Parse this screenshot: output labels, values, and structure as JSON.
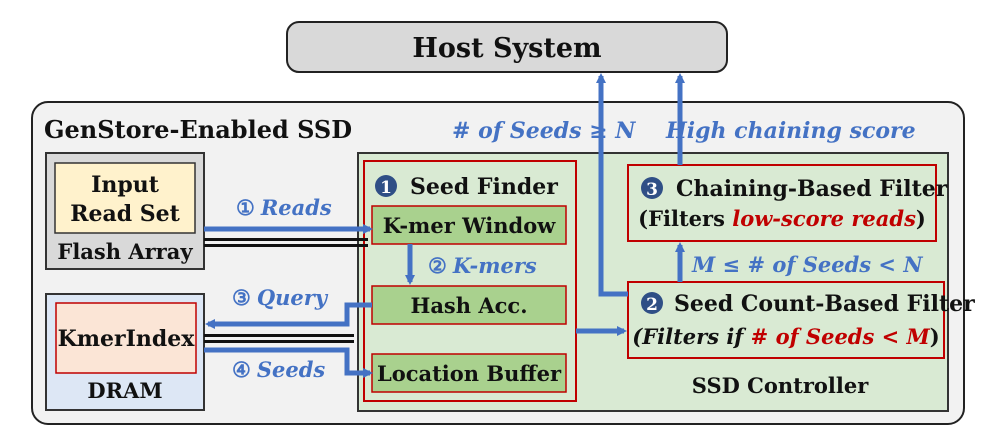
{
  "host": {
    "label": "Host System"
  },
  "ssd": {
    "label": "GenStore-Enabled SSD"
  },
  "flash": {
    "input_line1": "Input",
    "input_line2": "Read Set",
    "label": "Flash Array"
  },
  "dram": {
    "index_label": "KmerIndex",
    "label": "DRAM"
  },
  "controller": {
    "label": "SSD Controller"
  },
  "seed_finder": {
    "num": "1",
    "title": "Seed Finder",
    "kmer_window": "K-mer Window",
    "hash_acc": "Hash Acc.",
    "location_buffer": "Location Buffer"
  },
  "seed_count_filter": {
    "num": "2",
    "title": "Seed Count-Based Filter",
    "desc_prefix": "(Filters if ",
    "desc_highlight": "# of Seeds < M",
    "desc_suffix": ")"
  },
  "chaining_filter": {
    "num": "3",
    "title": "Chaining-Based Filter",
    "desc_prefix": "(Filters ",
    "desc_highlight": "low-score reads",
    "desc_suffix": ")"
  },
  "edges": {
    "reads": {
      "num": "①",
      "label": "Reads"
    },
    "kmers": {
      "num": "②",
      "label": "K-mers"
    },
    "query": {
      "num": "③",
      "label": "Query"
    },
    "seeds": {
      "num": "④",
      "label": "Seeds"
    },
    "seeds_ge_n": "# of Seeds ≥ N",
    "high_chaining": "High chaining score",
    "m_range": "M ≤ # of Seeds < N"
  },
  "colors": {
    "arrow": "#4472c4",
    "box_red": "#c00000",
    "green_fill": "#d9ead3",
    "green_box": "#a9d18e",
    "yellow": "#fff2cc",
    "host_fill": "#d9d9d9",
    "dram_fill": "#dde7f5",
    "index_fill": "#fbe5d6"
  }
}
